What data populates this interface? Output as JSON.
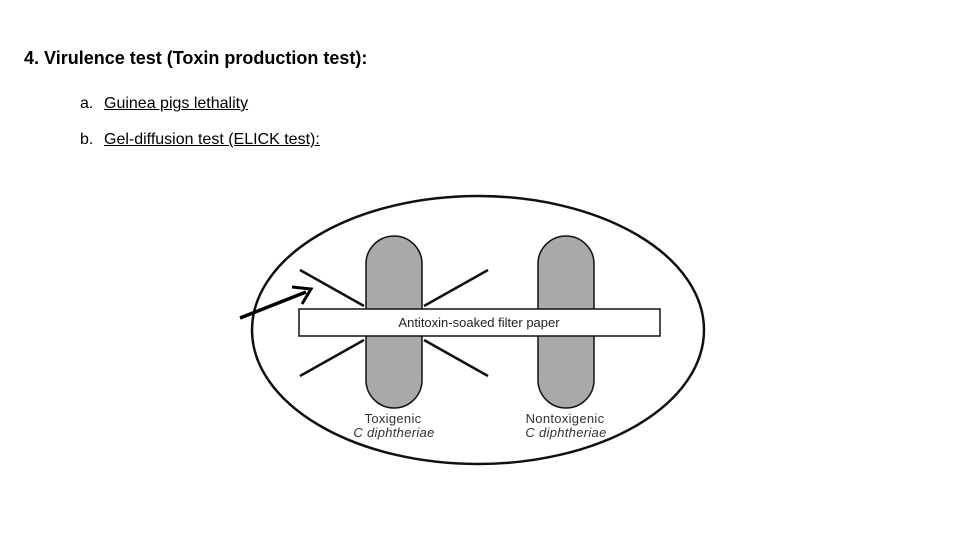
{
  "slide": {
    "title": "4. Virulence test (Toxin production test):",
    "items": [
      {
        "marker": "a.",
        "text": "Guinea pigs lethality"
      },
      {
        "marker": "b.",
        "text": "Gel-diffusion test (ELICK test):"
      }
    ]
  },
  "diagram": {
    "filter_strip_label": "Antitoxin-soaked filter paper",
    "left_streak": {
      "line1": "Toxigenic",
      "line2": "C diphtheriae"
    },
    "right_streak": {
      "line1": "Nontoxigenic",
      "line2": "C diphtheriae"
    },
    "colors": {
      "streak_fill": "#a9a9a9",
      "outline": "#111111",
      "arrow": "#000000"
    }
  }
}
